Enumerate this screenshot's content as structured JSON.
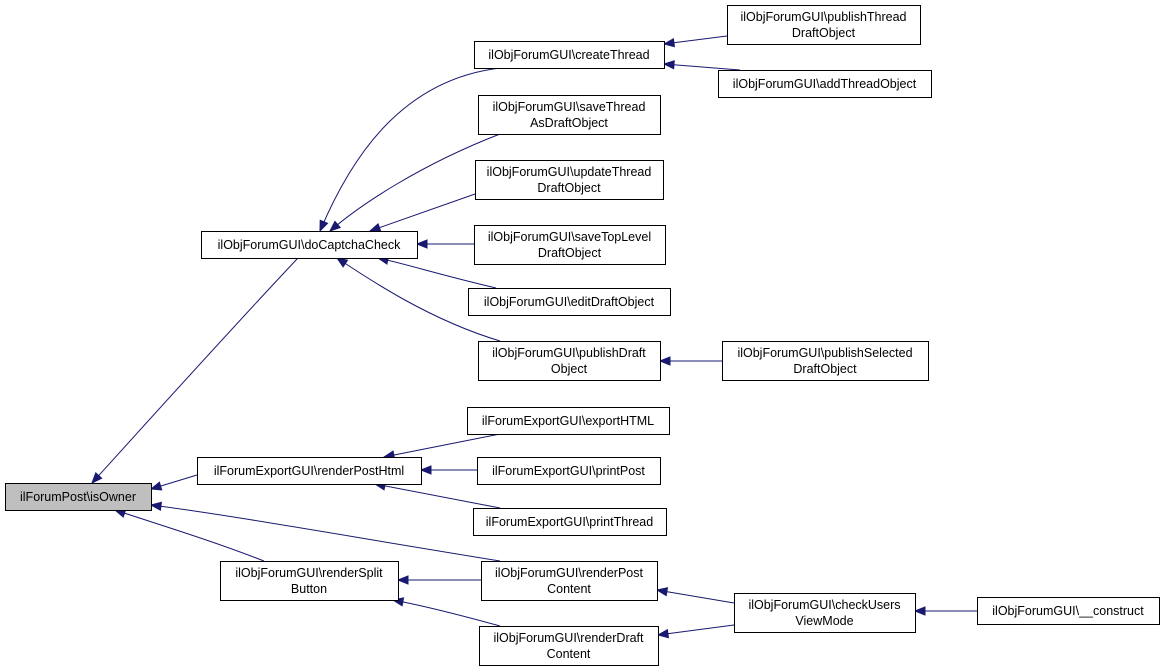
{
  "diagram": {
    "nodes": [
      {
        "id": "isOwner",
        "lines": [
          "ilForumPost\\isOwner"
        ],
        "highlight": true
      },
      {
        "id": "doCaptchaCheck",
        "lines": [
          "ilObjForumGUI\\doCaptchaCheck"
        ]
      },
      {
        "id": "renderPostHtml",
        "lines": [
          "ilForumExportGUI\\renderPostHtml"
        ]
      },
      {
        "id": "renderSplitButton",
        "lines": [
          "ilObjForumGUI\\renderSplit",
          "Button"
        ]
      },
      {
        "id": "createThread",
        "lines": [
          "ilObjForumGUI\\createThread"
        ]
      },
      {
        "id": "saveThreadAsDraft",
        "lines": [
          "ilObjForumGUI\\saveThread",
          "AsDraftObject"
        ]
      },
      {
        "id": "updateThreadDraft",
        "lines": [
          "ilObjForumGUI\\updateThread",
          "DraftObject"
        ]
      },
      {
        "id": "saveTopLevelDraft",
        "lines": [
          "ilObjForumGUI\\saveTopLevel",
          "DraftObject"
        ]
      },
      {
        "id": "editDraftObject",
        "lines": [
          "ilObjForumGUI\\editDraftObject"
        ]
      },
      {
        "id": "publishDraftObject",
        "lines": [
          "ilObjForumGUI\\publishDraft",
          "Object"
        ]
      },
      {
        "id": "exportHTML",
        "lines": [
          "ilForumExportGUI\\exportHTML"
        ]
      },
      {
        "id": "printPost",
        "lines": [
          "ilForumExportGUI\\printPost"
        ]
      },
      {
        "id": "printThread",
        "lines": [
          "ilForumExportGUI\\printThread"
        ]
      },
      {
        "id": "renderPostContent",
        "lines": [
          "ilObjForumGUI\\renderPost",
          "Content"
        ]
      },
      {
        "id": "renderDraftContent",
        "lines": [
          "ilObjForumGUI\\renderDraft",
          "Content"
        ]
      },
      {
        "id": "publishThreadDraft",
        "lines": [
          "ilObjForumGUI\\publishThread",
          "DraftObject"
        ]
      },
      {
        "id": "addThreadObject",
        "lines": [
          "ilObjForumGUI\\addThreadObject"
        ]
      },
      {
        "id": "publishSelectedDraft",
        "lines": [
          "ilObjForumGUI\\publishSelected",
          "DraftObject"
        ]
      },
      {
        "id": "checkUsersViewMode",
        "lines": [
          "ilObjForumGUI\\checkUsers",
          "ViewMode"
        ]
      },
      {
        "id": "construct",
        "lines": [
          "ilObjForumGUI\\__construct"
        ]
      }
    ],
    "edges": [
      {
        "from": "doCaptchaCheck",
        "to": "isOwner"
      },
      {
        "from": "renderPostHtml",
        "to": "isOwner"
      },
      {
        "from": "renderPostContent",
        "to": "isOwner"
      },
      {
        "from": "renderSplitButton",
        "to": "isOwner"
      },
      {
        "from": "createThread",
        "to": "doCaptchaCheck"
      },
      {
        "from": "saveThreadAsDraft",
        "to": "doCaptchaCheck"
      },
      {
        "from": "updateThreadDraft",
        "to": "doCaptchaCheck"
      },
      {
        "from": "saveTopLevelDraft",
        "to": "doCaptchaCheck"
      },
      {
        "from": "editDraftObject",
        "to": "doCaptchaCheck"
      },
      {
        "from": "publishDraftObject",
        "to": "doCaptchaCheck"
      },
      {
        "from": "exportHTML",
        "to": "renderPostHtml"
      },
      {
        "from": "printPost",
        "to": "renderPostHtml"
      },
      {
        "from": "printThread",
        "to": "renderPostHtml"
      },
      {
        "from": "renderPostContent",
        "to": "renderSplitButton"
      },
      {
        "from": "renderDraftContent",
        "to": "renderSplitButton"
      },
      {
        "from": "publishThreadDraft",
        "to": "createThread"
      },
      {
        "from": "addThreadObject",
        "to": "createThread"
      },
      {
        "from": "publishSelectedDraft",
        "to": "publishDraftObject"
      },
      {
        "from": "checkUsersViewMode",
        "to": "renderPostContent"
      },
      {
        "from": "checkUsersViewMode",
        "to": "renderDraftContent"
      },
      {
        "from": "construct",
        "to": "checkUsersViewMode"
      }
    ],
    "colors": {
      "edge": "#191970",
      "root_fill": "#bfbfbf",
      "node_fill": "#ffffff"
    }
  }
}
